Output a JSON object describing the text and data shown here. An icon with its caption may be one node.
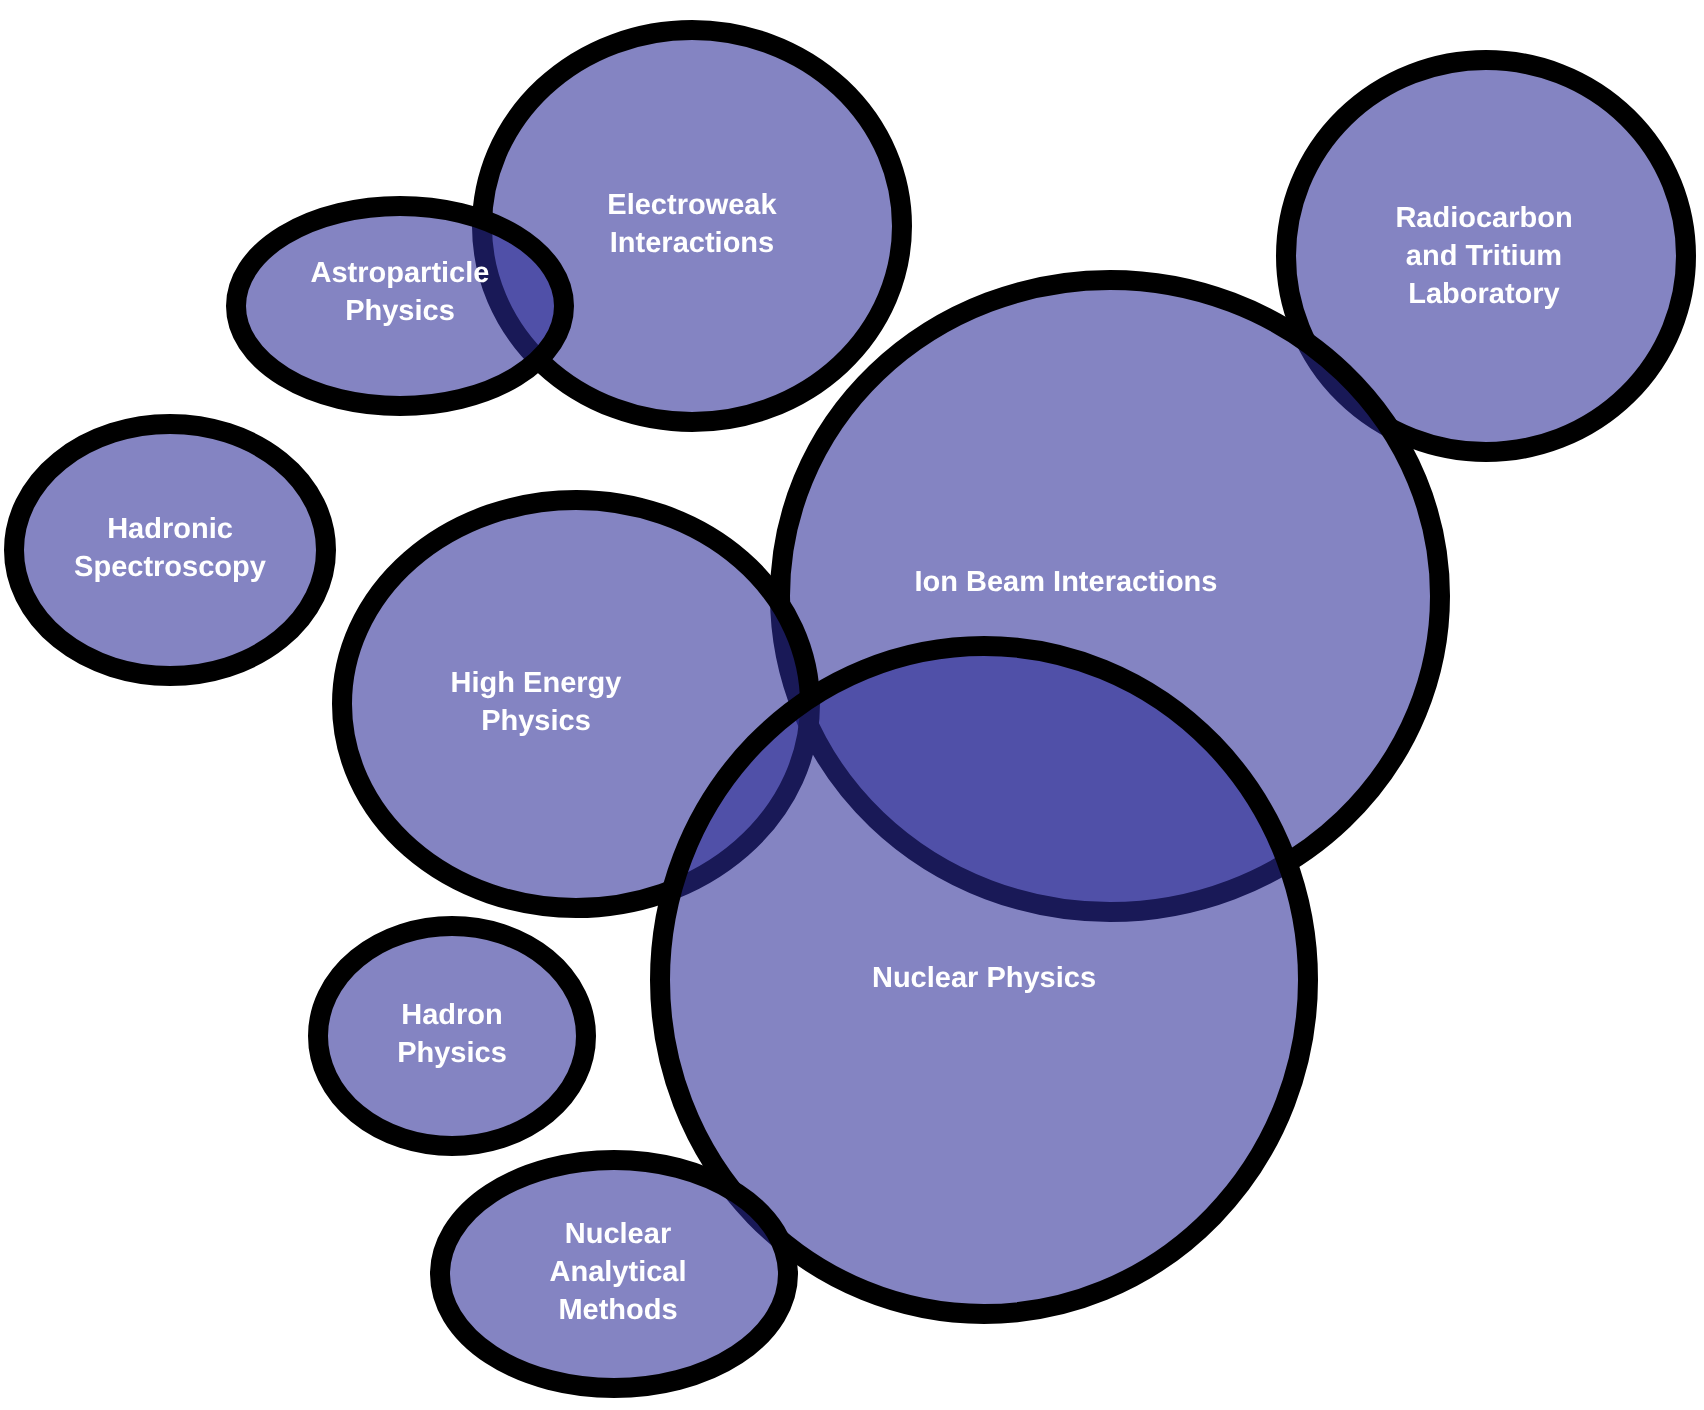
{
  "diagram": {
    "nodes": [
      {
        "text": [
          "Electroweak Interactions"
        ]
      },
      {
        "text": [
          "Astroparticle Physics"
        ]
      },
      {
        "text": [
          "Radiocarbon and Tritium Laboratory"
        ]
      },
      {
        "text": [
          "Hadronic Spectroscopy"
        ]
      },
      {
        "text": [
          "Ion Beam Interactions"
        ]
      },
      {
        "text": [
          "High Energy Physics"
        ]
      },
      {
        "text": [
          "Nuclear Physics"
        ]
      },
      {
        "text": [
          "Hadron Physics"
        ]
      },
      {
        "text": [
          "Nuclear Analytical Methods"
        ]
      }
    ]
  }
}
